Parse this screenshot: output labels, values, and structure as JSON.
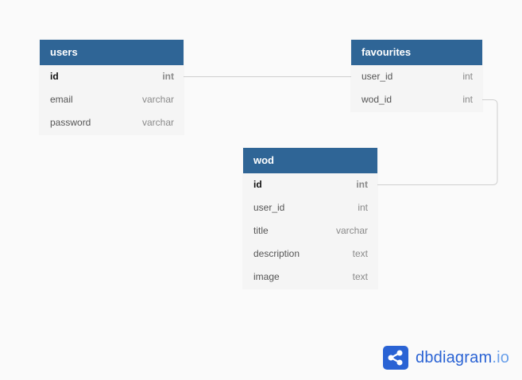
{
  "tables": {
    "users": {
      "name": "users",
      "fields": [
        {
          "name": "id",
          "type": "int",
          "pk": true
        },
        {
          "name": "email",
          "type": "varchar"
        },
        {
          "name": "password",
          "type": "varchar"
        }
      ]
    },
    "favourites": {
      "name": "favourites",
      "fields": [
        {
          "name": "user_id",
          "type": "int"
        },
        {
          "name": "wod_id",
          "type": "int"
        }
      ]
    },
    "wod": {
      "name": "wod",
      "fields": [
        {
          "name": "id",
          "type": "int",
          "pk": true
        },
        {
          "name": "user_id",
          "type": "int"
        },
        {
          "name": "title",
          "type": "varchar"
        },
        {
          "name": "description",
          "type": "text"
        },
        {
          "name": "image",
          "type": "text"
        }
      ]
    }
  },
  "relations": [
    {
      "from": "users.id",
      "to": "favourites.user_id"
    },
    {
      "from": "favourites.wod_id",
      "to": "wod.id"
    }
  ],
  "brand": {
    "name": "dbdiagram",
    "suffix": ".io",
    "icon": "share-nodes-icon"
  },
  "colors": {
    "header": "#2f6596",
    "brand": "#2a63d4",
    "line": "#d0d0d0"
  }
}
